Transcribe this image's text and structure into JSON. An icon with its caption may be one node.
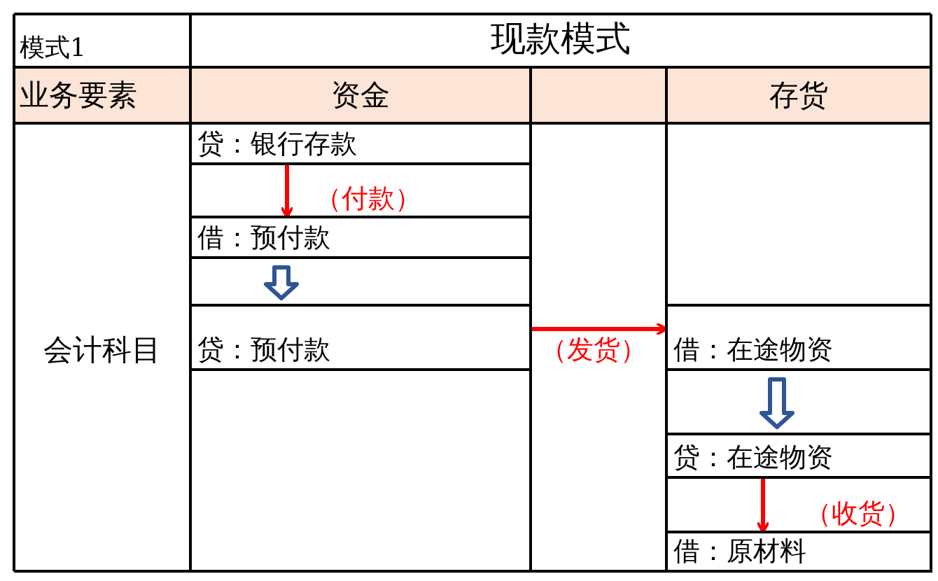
{
  "diagram": {
    "title": "现款模式",
    "nodes": [
      {
        "text": [
          "贷：银行存款"
        ]
      },
      {
        "text": [
          "借：预付款"
        ]
      },
      {
        "text": [
          "贷：预付款"
        ]
      },
      {
        "text": [
          "借：在途物资"
        ]
      },
      {
        "text": [
          "贷：在途物资"
        ]
      },
      {
        "text": [
          "借：原材料"
        ]
      }
    ],
    "edges": [
      {
        "from": 0,
        "to": 1,
        "arrow": "to",
        "label": "（付款）"
      },
      {
        "from": 1,
        "to": 2,
        "arrow": "to",
        "color": "#2f5597"
      },
      {
        "from": 2,
        "to": 3,
        "arrow": "to",
        "label": "（发货）"
      },
      {
        "from": 3,
        "to": 4,
        "arrow": "to",
        "color": "#2f5597"
      },
      {
        "from": 4,
        "to": 5,
        "arrow": "to",
        "label": "（收货）"
      }
    ],
    "labels": [
      "模式1",
      "业务要素",
      "资金",
      "存货",
      "会计科目"
    ]
  }
}
